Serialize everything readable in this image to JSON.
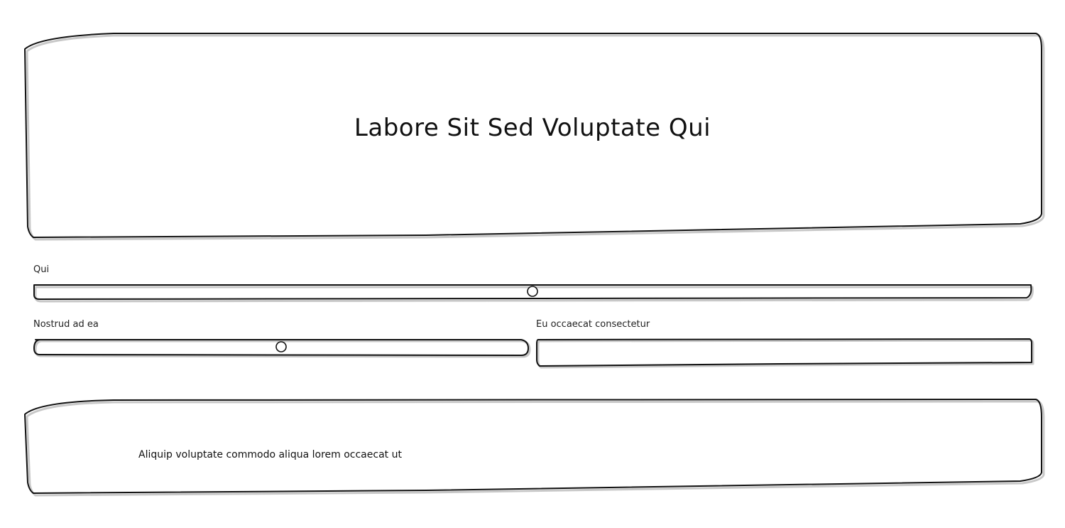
{
  "header": {
    "title": "Labore Sit Sed Voluptate Qui"
  },
  "form": {
    "slider_qui": {
      "label": "Qui",
      "value_percent": 50
    },
    "slider_nostrud": {
      "label": "Nostrud ad ea",
      "value_percent": 50
    },
    "text_field_eu": {
      "label": "Eu occaecat consectetur",
      "value": "",
      "placeholder": ""
    }
  },
  "footer": {
    "text": "Aliquip voluptate commodo aliqua lorem occaecat ut"
  }
}
